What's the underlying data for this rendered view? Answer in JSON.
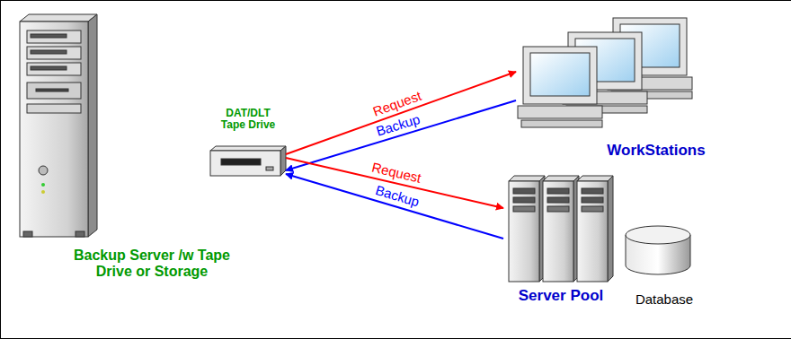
{
  "diagram": {
    "nodes": [
      {
        "text": [
          "Backup Server /w Tape Drive or Storage"
        ]
      },
      {
        "text": [
          "DAT/DLT Tape Drive"
        ]
      },
      {
        "text": [
          "WorkStations"
        ]
      },
      {
        "text": [
          "Server Pool"
        ]
      },
      {
        "text": [
          "Database"
        ]
      }
    ],
    "edges": [
      {
        "from": 1,
        "to": 2,
        "label": "Request",
        "arrow": "to"
      },
      {
        "from": 2,
        "to": 1,
        "label": "Backup",
        "arrow": "to"
      },
      {
        "from": 1,
        "to": 3,
        "label": "Request",
        "arrow": "to"
      },
      {
        "from": 3,
        "to": 1,
        "label": "Backup",
        "arrow": "to"
      }
    ]
  }
}
